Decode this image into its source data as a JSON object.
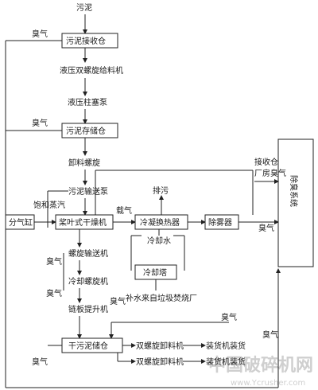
{
  "diagram": {
    "top_label": "污泥",
    "nodes": {
      "receive_bin": "污泥接收仓",
      "hydraulic_feeder": "液压双螺旋给料机",
      "plunger_pump": "液压柱塞泵",
      "storage_bin": "污泥存储仓",
      "unload_screw": "卸料螺旋",
      "sludge_conveyor": "污泥输送泵",
      "dryer": "桨叶式干燥机",
      "distribution_tank": "分气缸",
      "condenser": "冷凝换热器",
      "dust_remover": "除雾器",
      "cooling_water": "冷却水",
      "cooling_tower": "冷却塔",
      "deodor_system": "除臭系统",
      "screw_conveyor": "螺旋输送机",
      "cooling_screw": "冷却螺旋机",
      "chain_elevator": "链板提升机",
      "dried_bin": "干污泥储仓",
      "twin_screw_a": "双螺旋卸料机",
      "twin_screw_b": "双螺旋卸料机",
      "truck_a": "装货机装货",
      "truck_b": "装货机装货"
    },
    "labels": {
      "odor_1": "臭气",
      "odor_2": "臭气",
      "odor_3": "臭气",
      "odor_4": "臭气",
      "odor_5": "臭气",
      "odor_6": "臭气",
      "odor_7": "臭气",
      "odor_8": "臭气",
      "odor_9": "臭气",
      "odor_dryer": "载气",
      "saturated_steam": "饱和蒸汽",
      "discharge": "排污",
      "makeup_water": "补水来自垃圾焚烧厂",
      "receive_odor_1": "接收仓",
      "receive_odor_2": "厂房臭气"
    },
    "watermark": {
      "main": "中国破碎机网",
      "url": "www.Ycrusher.com"
    }
  }
}
